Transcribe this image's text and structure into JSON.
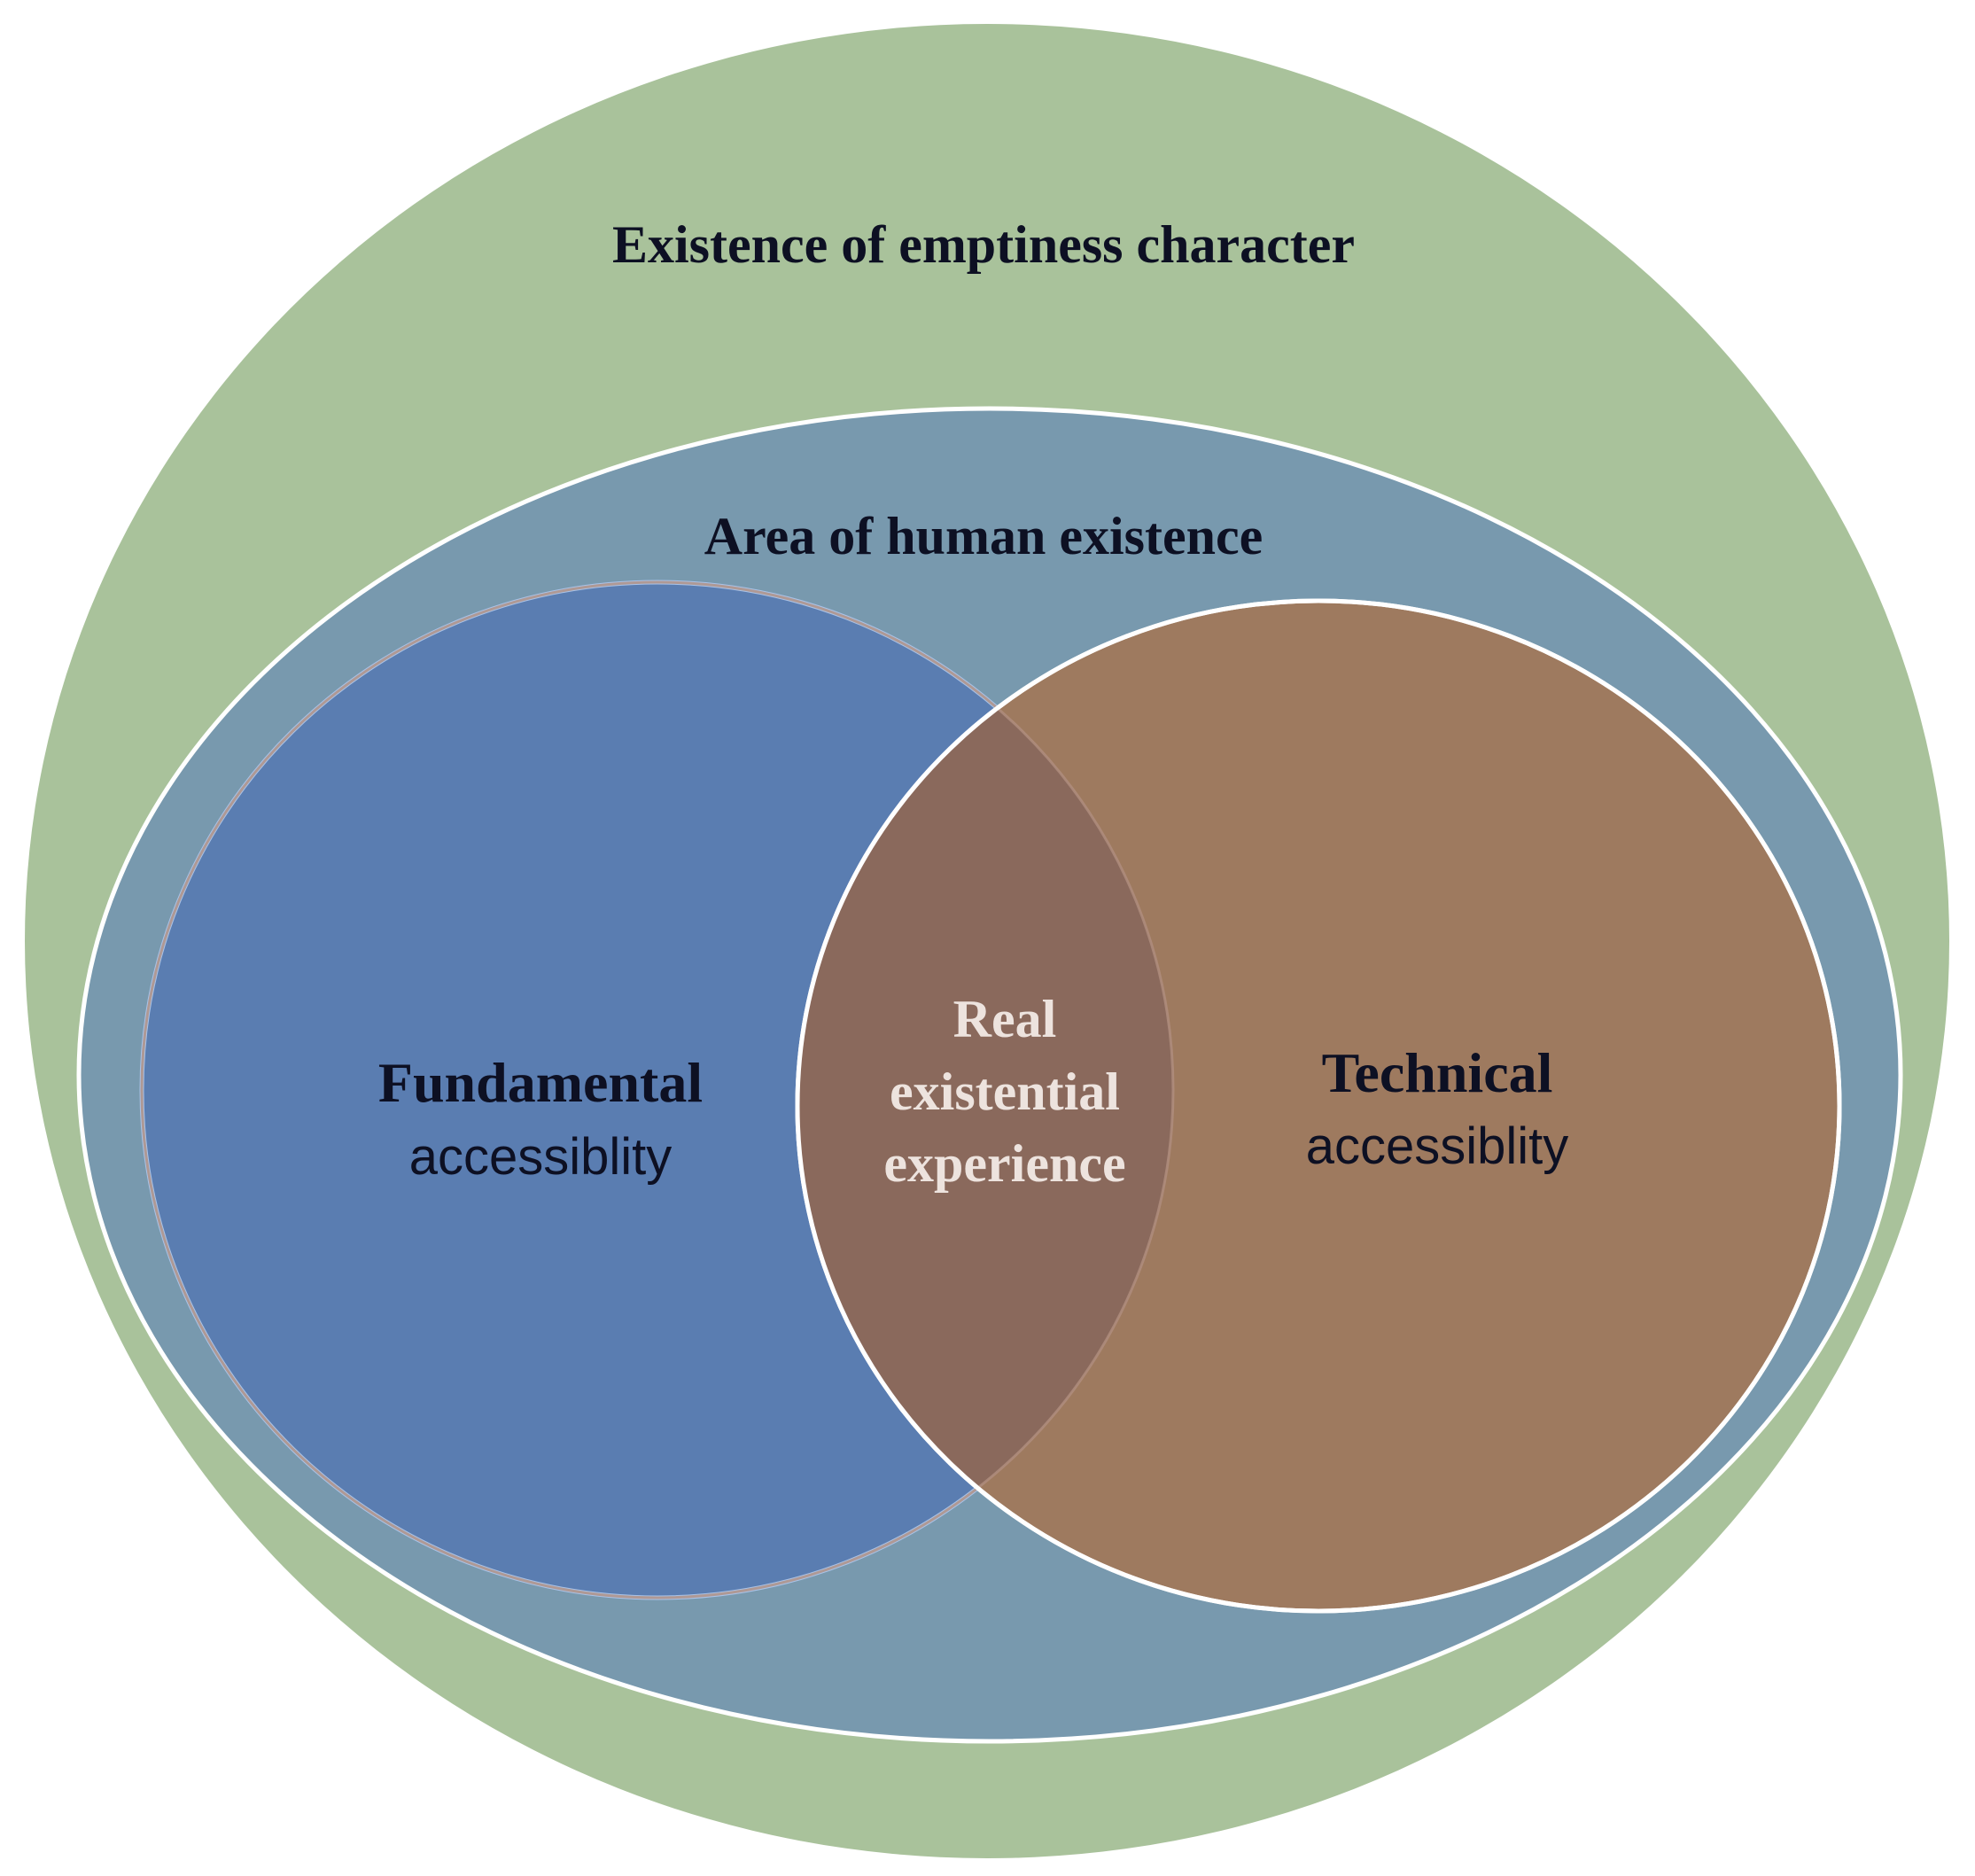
{
  "outer": {
    "label": "Existence of emptiness character",
    "fill": "#A9C29B"
  },
  "inner": {
    "label": "Area of human existence",
    "fill": "#7899AE"
  },
  "left_circle": {
    "label_line1": "Fundamental",
    "label_line2": "accessiblity",
    "fill": "#5A7DB1"
  },
  "right_circle": {
    "label_line1": "Technical",
    "label_line2": "accessiblity",
    "fill": "#9E7A5F"
  },
  "intersection": {
    "label_line1": "Real",
    "label_line2": "existential",
    "label_line3": "experience",
    "fill": "#8A695C",
    "text_color": "#EDE3DE"
  },
  "colors": {
    "outline": "#FFFFFF",
    "label_text": "#0D1023"
  }
}
